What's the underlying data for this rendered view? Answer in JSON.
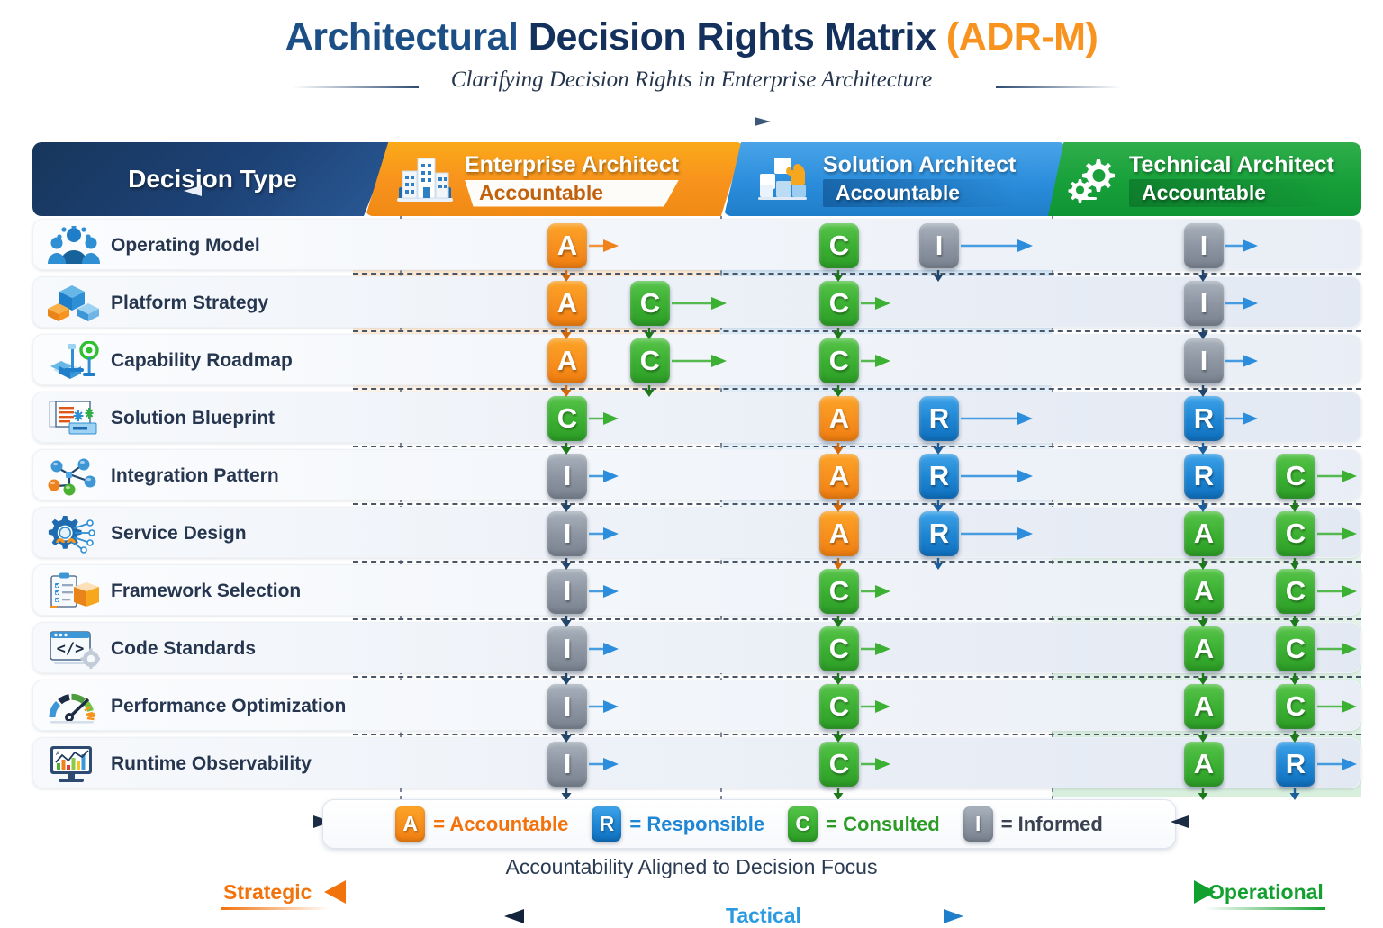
{
  "title": {
    "part1": "Architectural ",
    "part2": "Decision Rights Matrix ",
    "part3": "(ADR-M)",
    "subtitle": "Clarifying Decision Rights in Enterprise Architecture"
  },
  "colors": {
    "accountable": "#f7931e",
    "responsible": "#1f86d4",
    "consulted": "#3bb032",
    "informed": "#8c95a1",
    "strategic": "#f2720c",
    "tactical": "#2b9ae0",
    "operational": "#12a02e",
    "header_navy": "#1d4276"
  },
  "header": {
    "decision_type": "Decision Type",
    "columns": [
      {
        "role": "Enterprise Architect",
        "sub": "Accountable",
        "icon": "office-building-icon"
      },
      {
        "role": "Solution Architect",
        "sub": "Accountable",
        "icon": "blocks-puzzle-icon"
      },
      {
        "role": "Technical Architect",
        "sub": "Accountable",
        "icon": "gears-icon"
      }
    ]
  },
  "rows": [
    {
      "label": "Operating Model",
      "icon": "people-group-icon",
      "ea": [
        "A"
      ],
      "sa": [
        "C",
        "I"
      ],
      "ta": [
        "I"
      ]
    },
    {
      "label": "Platform Strategy",
      "icon": "cubes-icon",
      "ea": [
        "A",
        "C"
      ],
      "sa": [
        "C"
      ],
      "ta": [
        "I"
      ]
    },
    {
      "label": "Capability Roadmap",
      "icon": "roadmap-target-icon",
      "ea": [
        "A",
        "C"
      ],
      "sa": [
        "C"
      ],
      "ta": [
        "I"
      ]
    },
    {
      "label": "Solution Blueprint",
      "icon": "blueprint-icon",
      "ea": [
        "C"
      ],
      "sa": [
        "A",
        "R"
      ],
      "ta": [
        "R"
      ]
    },
    {
      "label": "Integration Pattern",
      "icon": "network-nodes-icon",
      "ea": [
        "I"
      ],
      "sa": [
        "A",
        "R"
      ],
      "ta": [
        "R",
        "C"
      ]
    },
    {
      "label": "Service Design",
      "icon": "gear-service-icon",
      "ea": [
        "I"
      ],
      "sa": [
        "A",
        "R"
      ],
      "ta": [
        "Ag",
        "C"
      ]
    },
    {
      "label": "Framework Selection",
      "icon": "checklist-box-icon",
      "ea": [
        "I"
      ],
      "sa": [
        "C"
      ],
      "ta": [
        "Ag",
        "C"
      ]
    },
    {
      "label": "Code Standards",
      "icon": "code-window-icon",
      "ea": [
        "I"
      ],
      "sa": [
        "C"
      ],
      "ta": [
        "Ag",
        "C"
      ]
    },
    {
      "label": "Performance Optimization",
      "icon": "gauge-icon",
      "ea": [
        "I"
      ],
      "sa": [
        "C"
      ],
      "ta": [
        "Ag",
        "C"
      ]
    },
    {
      "label": "Runtime Observability",
      "icon": "monitor-chart-icon",
      "ea": [
        "I"
      ],
      "sa": [
        "C"
      ],
      "ta": [
        "Ag",
        "R"
      ]
    }
  ],
  "legend": [
    {
      "key": "A",
      "text": "= Accountable",
      "color": "#f2720c"
    },
    {
      "key": "R",
      "text": "= Responsible",
      "color": "#1f86d4"
    },
    {
      "key": "C",
      "text": "= Consulted",
      "color": "#2c9c26"
    },
    {
      "key": "I",
      "text": "= Informed",
      "color": "#3a4150"
    }
  ],
  "footer": {
    "caption": "Accountability Aligned to Decision Focus",
    "strategic": "Strategic",
    "tactical": "Tactical",
    "operational": "Operational"
  }
}
